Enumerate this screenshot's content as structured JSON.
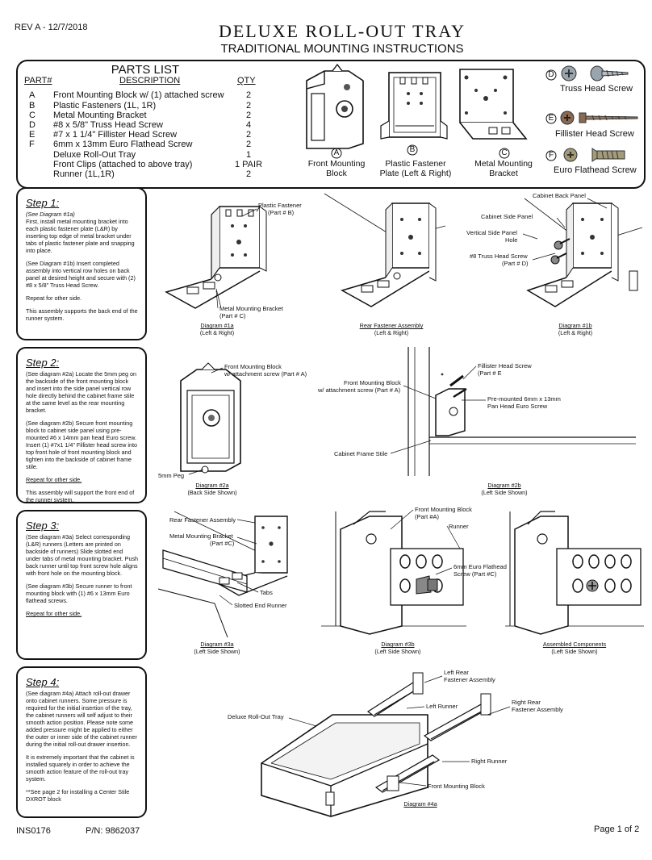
{
  "header": {
    "rev": "REV A - 12/7/2018",
    "title": "DELUXE ROLL-OUT TRAY",
    "subtitle": "TRADITIONAL MOUNTING INSTRUCTIONS"
  },
  "parts_list": {
    "title": "PARTS LIST",
    "headers": {
      "part": "PART#",
      "description": "DESCRIPTION",
      "qty": "QTY"
    },
    "rows": [
      {
        "part": "A",
        "description": "Front Mounting Block w/ (1) attached screw",
        "qty": "2"
      },
      {
        "part": "B",
        "description": "Plastic Fasteners (1L, 1R)",
        "qty": "2"
      },
      {
        "part": "C",
        "description": "Metal Mounting Bracket",
        "qty": "2"
      },
      {
        "part": "D",
        "description": "#8 x 5/8\" Truss Head Screw",
        "qty": "4"
      },
      {
        "part": "E",
        "description": "#7 x 1 1/4\" Fillister Head Screw",
        "qty": "2"
      },
      {
        "part": "F",
        "description": "6mm x 13mm Euro Flathead Screw",
        "qty": "2"
      },
      {
        "part": "",
        "description": "Deluxe Roll-Out Tray",
        "qty": "1"
      },
      {
        "part": "",
        "description": "Front Clips (attached to above tray)",
        "qty": "1 PAIR"
      },
      {
        "part": "",
        "description": "Runner (1L,1R)",
        "qty": "2"
      }
    ]
  },
  "part_images": {
    "a_letter": "A",
    "a_label_1": "Front Mounting",
    "a_label_2": "Block",
    "b_letter": "B",
    "b_label_1": "Plastic Fastener",
    "b_label_2": "Plate (Left & Right)",
    "c_letter": "C",
    "c_label_1": "Metal Mounting",
    "c_label_2": "Bracket",
    "d_letter": "D",
    "d_label": "Truss Head Screw",
    "e_letter": "E",
    "e_label": "Fillister Head Screw",
    "f_letter": "F",
    "f_label": "Euro Flathead Screw"
  },
  "steps": {
    "step1": {
      "title": "Step 1:",
      "ref1": "(See Diagram #1a)",
      "p1": "First, install metal mounting bracket into each plastic fastener plate (L&R) by inserting top edge of metal bracket under tabs of plastic fastener plate and snapping into place.",
      "p2": "(See Diagram #1b) Insert completed assembly into vertical row holes on back panel at desired height and secure with (2) #8 x 5/8\" Truss Head Screw.",
      "p3": "Repeat for other side.",
      "p4": "This assembly supports the back end of the runner system."
    },
    "step2": {
      "title": "Step 2:",
      "p1": "(See diagram #2a) Locate the 5mm peg on the backside of the front mounting block and insert into the side panel vertical row hole directly behind the  cabinet frame stile at the same level as the rear mounting bracket.",
      "p2": "(See diagram #2b) Secure front mounting block to cabinet side panel using pre-mounted #6 x 14mm pan head Euro screw.  Insert (1) #7x1 1/4\" Fillister head screw into top front hole of front mounting block and tighten into the backside of cabinet frame stile.",
      "p3": "Repeat for other side.",
      "p4": "This assembly will support the front end of the runner system."
    },
    "step3": {
      "title": "Step 3:",
      "p1": "(See diagram #3a) Select corresponding (L&R) runners (Letters are printed on backside of runners) Slide slotted end under tabs of metal mounting bracket. Push back runner until top front screw hole aligns with front hole on the mounting block.",
      "p2": "(See diagram #3b) Secure runner to front mounting block with (1) #6 x 13mm Euro flathead screws.",
      "p3": "Repeat for other side."
    },
    "step4": {
      "title": "Step 4:",
      "p1": "(See diagram #4a) Attach roll-out drawer onto cabinet runners. Some pressure is required for the initial insertion of the tray, the cabinet runners will self adjust to their smooth action position. Please note some added pressure might be applied to either the outer or inner side of the cabinet runner during the initial roll-out drawer insertion.",
      "p2": "It is extremely important that the cabinet is installed squarely in order to achieve the smooth action feature of the roll-out tray system.",
      "p3": "**See page 2 for installing a Center Stile DXROT block"
    }
  },
  "diagrams": {
    "d1a": {
      "label_pf_1": "Plastic Fastener",
      "label_pf_2": "(Part # B)",
      "label_mb_1": "Metal Mounting Bracket",
      "label_mb_2": "(Part # C)",
      "title": "Diagram #1a",
      "sub": "(Left & Right)"
    },
    "rfa": {
      "title": "Rear Fastener Assembly",
      "sub": "(Left & Right)"
    },
    "d1b": {
      "cbp": "Cabinet Back Panel",
      "csp": "Cabinet Side Panel",
      "vsp_1": "Vertical Side Panel",
      "vsp_2": "Hole",
      "ths_1": "#8 Truss Head Screw",
      "ths_2": "(Part # D)",
      "title": "Diagram #1b",
      "sub": "(Left & Right)"
    },
    "d2a": {
      "fmb_1": "Front Mounting Block",
      "fmb_2": "w/ attachment screw (Part # A)",
      "peg": "5mm Peg",
      "title": "Diagram #2a",
      "sub": "(Back Side Shown)"
    },
    "d2b": {
      "fmb_1": "Front Mounting Block",
      "fmb_2": "w/ attachment screw (Part # A)",
      "fhs_1": "Fillister Head Screw",
      "fhs_2": "(Part # E",
      "pm_1": "Pre-mounted 6mm x 13mm",
      "pm_2": "Pan Head Euro Screw",
      "cfs": "Cabinet Frame Stile",
      "title": "Diagram #2b",
      "sub": "(Left Side Shown)"
    },
    "d3a": {
      "rfa": "Rear Fastener Assembly",
      "mmb_1": "Metal Mounting Bracket",
      "mmb_2": "(Part #C)",
      "tabs": "Tabs",
      "ser": "Slotted End Runner",
      "title": "Diagram #3a",
      "sub": "(Left  Side Shown)"
    },
    "d3b": {
      "fmb_1": "Front Mounting Block",
      "fmb_2": "(Part #A)",
      "runner": "Runner",
      "euro_1": "6mm Euro Flathead",
      "euro_2": "Screw (Part #C)",
      "title": "Diagram #3b",
      "sub": "(Left Side Shown)"
    },
    "ac": {
      "title": "Assembled Components",
      "sub": "(Left Side Shown)"
    },
    "d4a": {
      "lrfa_1": "Left Rear",
      "lrfa_2": "Fastener Assembly",
      "dro": "Deluxe Roll-Out Tray",
      "lr": "Left Runner",
      "rrfa_1": "Right Rear",
      "rrfa_2": "Fastener Assembly",
      "rr": "Right Runner",
      "fmb": "Front Mounting Block",
      "title": "Diagram #4a"
    }
  },
  "footer": {
    "code": "INS0176",
    "pn": "P/N: 9862037",
    "page": "Page 1 of 2"
  }
}
